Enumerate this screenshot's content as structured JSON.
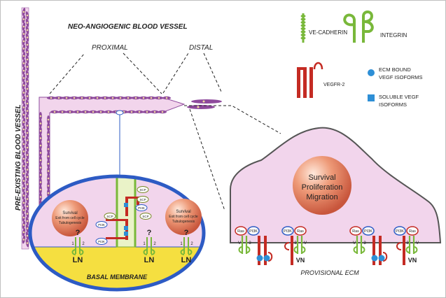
{
  "title": "NEO-ANGIOGENIC BLOOD VESSEL",
  "preexisting_label": "PRE-EXISTING BLOOD VESSEL",
  "proximal_label": "PROXIMAL",
  "distal_label": "DISTAL",
  "legend": {
    "ve_cadherin": "VE-CADHERIN",
    "integrin": "INTEGRIN",
    "vegfr2": "VEGFR-2",
    "ecm_bound_line1": "ECM BOUND",
    "ecm_bound_line2": "VEGF ISOFORMS",
    "soluble_line1": "SOLUBLE VEGF",
    "soluble_line2": "ISOFORMS"
  },
  "left_panel": {
    "nucleus_text": [
      "Survival",
      "Exit from cell cycle",
      "Tubulogenesis"
    ],
    "basal_membrane": "BASAL  MEMBRANE",
    "laminin_label": "LN",
    "question_mark": "?",
    "integrin_numbers": [
      "1",
      "2"
    ],
    "junction_labels": [
      "SCP",
      "SCP",
      "SCP",
      "PI3K",
      "SCP",
      "PI3K",
      "PI3K"
    ]
  },
  "right_panel": {
    "nucleus_text": [
      "Survival",
      "Proliferation",
      "Migration"
    ],
    "provisional_ecm": "PROVISIONAL  ECM",
    "ras": "Ras",
    "pi3k": "PI3K",
    "vn": "VN",
    "v": "V",
    "three": "3"
  },
  "colors": {
    "vessel": "#8e4a9c",
    "cell_fill": "#f2d5ec",
    "nucleus": "#d8664a",
    "membrane": "#f5df40",
    "membrane_border": "#2d5bc4",
    "receptor": "#c42b23",
    "integrin": "#79b83a",
    "vegf": "#2e8fd6"
  }
}
